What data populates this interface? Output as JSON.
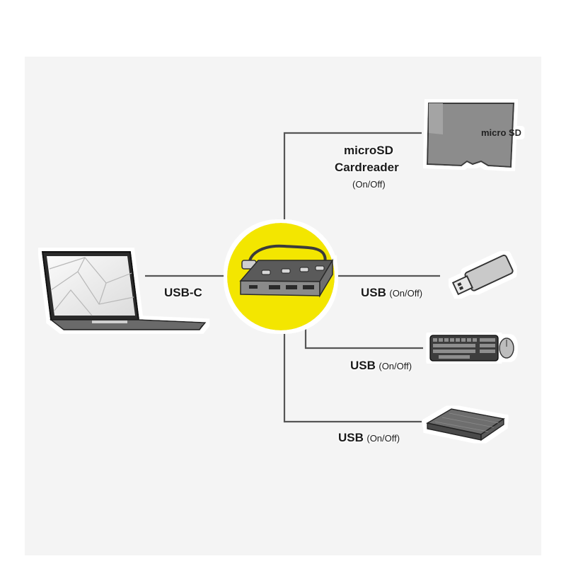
{
  "labels": {
    "laptop_port": "USB-C",
    "card_title_1": "microSD",
    "card_title_2": "Cardreader",
    "card_state": "(On/Off)",
    "port1_main": "USB",
    "port1_state": "(On/Off)",
    "port2_main": "USB",
    "port2_state": "(On/Off)",
    "port3_main": "USB",
    "port3_state": "(On/Off)",
    "sd_logo": "micro SD"
  },
  "colors": {
    "hub_circle": "#f3e600",
    "line": "#555555",
    "panel": "#f4f4f4"
  },
  "icons": [
    "laptop-icon",
    "usb-hub-icon",
    "microsd-card-icon",
    "usb-stick-icon",
    "keyboard-mouse-icon",
    "external-drive-icon"
  ]
}
